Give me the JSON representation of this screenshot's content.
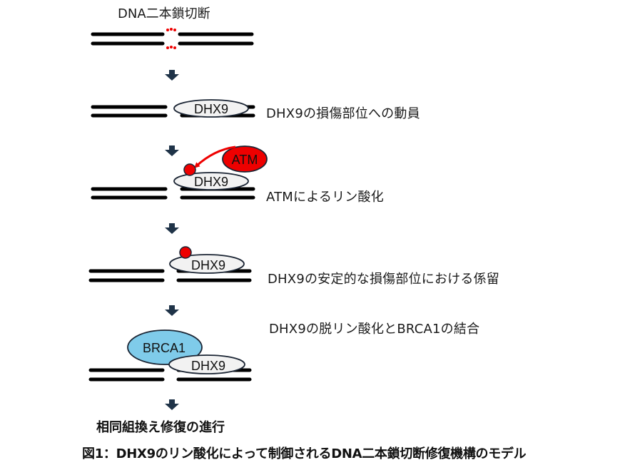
{
  "diagram": {
    "top_label": "DNA二本鎖切断",
    "steps": [
      {
        "description": "DHX9の損傷部位への動員",
        "protein": "DHX9"
      },
      {
        "description": "ATMによるリン酸化",
        "protein": "DHX9",
        "kinase": "ATM"
      },
      {
        "description": "DHX9の安定的な損傷部位における係留",
        "protein": "DHX9"
      },
      {
        "description": "DHX9の脱リン酸化とBRCA1の結合",
        "protein": "DHX9",
        "partner": "BRCA1"
      }
    ],
    "outcome": "相同組換え修復の進行",
    "caption": "図1：DHX9のリン酸化によって制御されるDNA二本鎖切断修復機構のモデル"
  },
  "colors": {
    "dna": "#000000",
    "dhx9_fill": "#f2f2f2",
    "atm_fill": "#ee0000",
    "phospho": "#ee0000",
    "brca1_fill": "#7fcbea",
    "arrow": "#1f3348",
    "break_marks": "#ee0000"
  }
}
